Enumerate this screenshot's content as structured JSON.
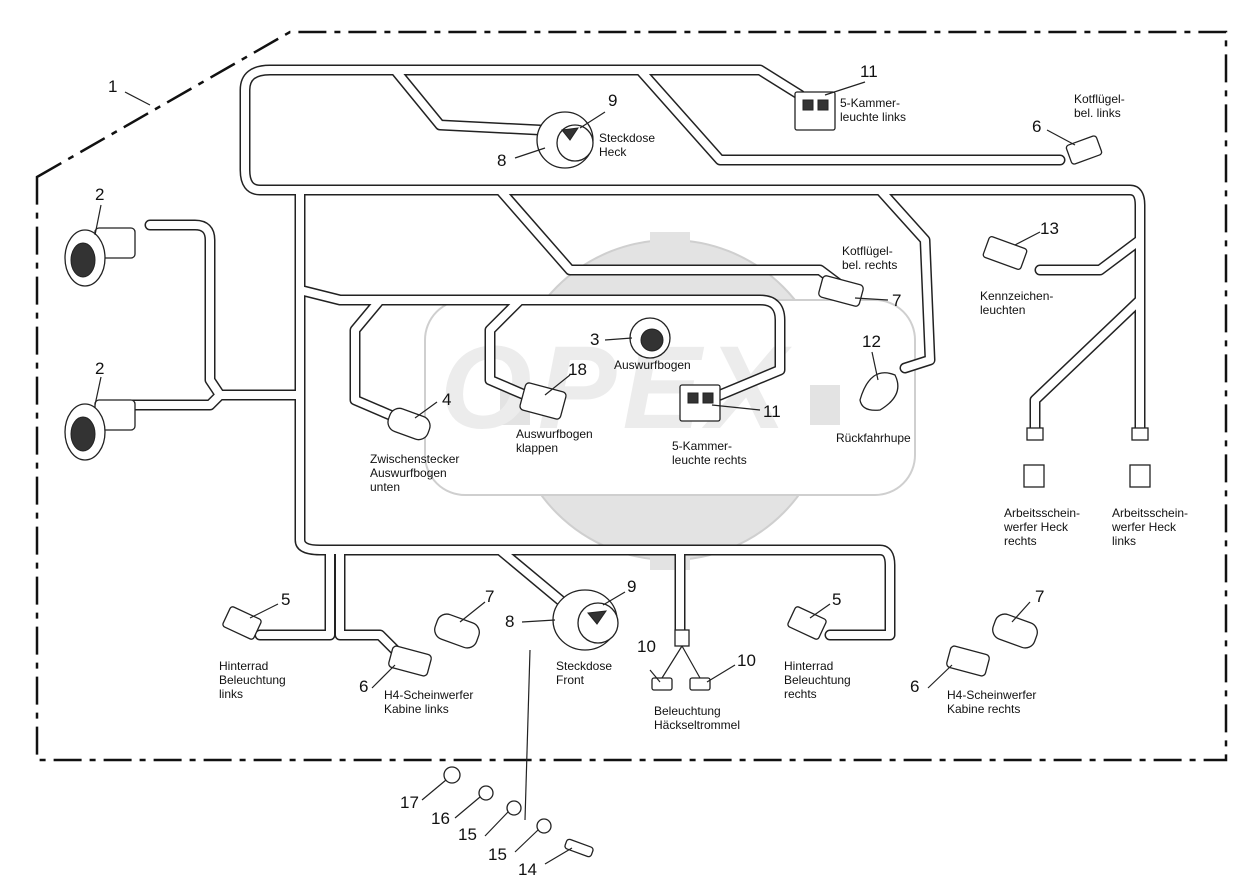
{
  "watermark": "OPEX",
  "assembly_number": "1",
  "callouts": [
    {
      "id": "c1",
      "text": "1"
    },
    {
      "id": "c2a",
      "text": "2"
    },
    {
      "id": "c2b",
      "text": "2"
    },
    {
      "id": "c3",
      "text": "3"
    },
    {
      "id": "c4",
      "text": "4"
    },
    {
      "id": "c5a",
      "text": "5"
    },
    {
      "id": "c5b",
      "text": "5"
    },
    {
      "id": "c6a",
      "text": "6"
    },
    {
      "id": "c6b",
      "text": "6"
    },
    {
      "id": "c6c",
      "text": "6"
    },
    {
      "id": "c7a",
      "text": "7"
    },
    {
      "id": "c7b",
      "text": "7"
    },
    {
      "id": "c7c",
      "text": "7"
    },
    {
      "id": "c8a",
      "text": "8"
    },
    {
      "id": "c8b",
      "text": "8"
    },
    {
      "id": "c9a",
      "text": "9"
    },
    {
      "id": "c9b",
      "text": "9"
    },
    {
      "id": "c10a",
      "text": "10"
    },
    {
      "id": "c10b",
      "text": "10"
    },
    {
      "id": "c11a",
      "text": "11"
    },
    {
      "id": "c11b",
      "text": "11"
    },
    {
      "id": "c12",
      "text": "12"
    },
    {
      "id": "c13",
      "text": "13"
    },
    {
      "id": "c14",
      "text": "14"
    },
    {
      "id": "c15a",
      "text": "15"
    },
    {
      "id": "c15b",
      "text": "15"
    },
    {
      "id": "c16",
      "text": "16"
    },
    {
      "id": "c17",
      "text": "17"
    },
    {
      "id": "c18",
      "text": "18"
    }
  ],
  "labels": {
    "steckdose_heck": "Steckdose\nHeck",
    "fuenf_kammer_links": "5-Kammer-\nleuchte links",
    "kotfluegel_links": "Kotflügel-\nbel. links",
    "kotfluegel_rechts": "Kotflügel-\nbel. rechts",
    "kennzeichen": "Kennzeichen-\nleuchten",
    "auswurfbogen": "Auswurfbogen",
    "auswurfbogen_klappen": "Auswurfbogen\nklappen",
    "zwischenstecker": "Zwischenstecker\nAuswurfbogen\nunten",
    "fuenf_kammer_rechts": "5-Kammer-\nleuchte rechts",
    "rueckfahrhupe": "Rückfahrhupe",
    "arbeitsscheinwerfer_rechts": "Arbeitsschein-\nwerfer Heck\nrechts",
    "arbeitsscheinwerfer_links": "Arbeitsschein-\nwerfer Heck\nlinks",
    "hinterrad_links": "Hinterrad\nBeleuchtung\nlinks",
    "h4_links": "H4-Scheinwerfer\nKabine links",
    "steckdose_front": "Steckdose\nFront",
    "haeckseltrommel": "Beleuchtung\nHäckseltrommel",
    "hinterrad_rechts": "Hinterrad\nBeleuchtung\nrechts",
    "h4_rechts": "H4-Scheinwerfer\nKabine rechts"
  }
}
